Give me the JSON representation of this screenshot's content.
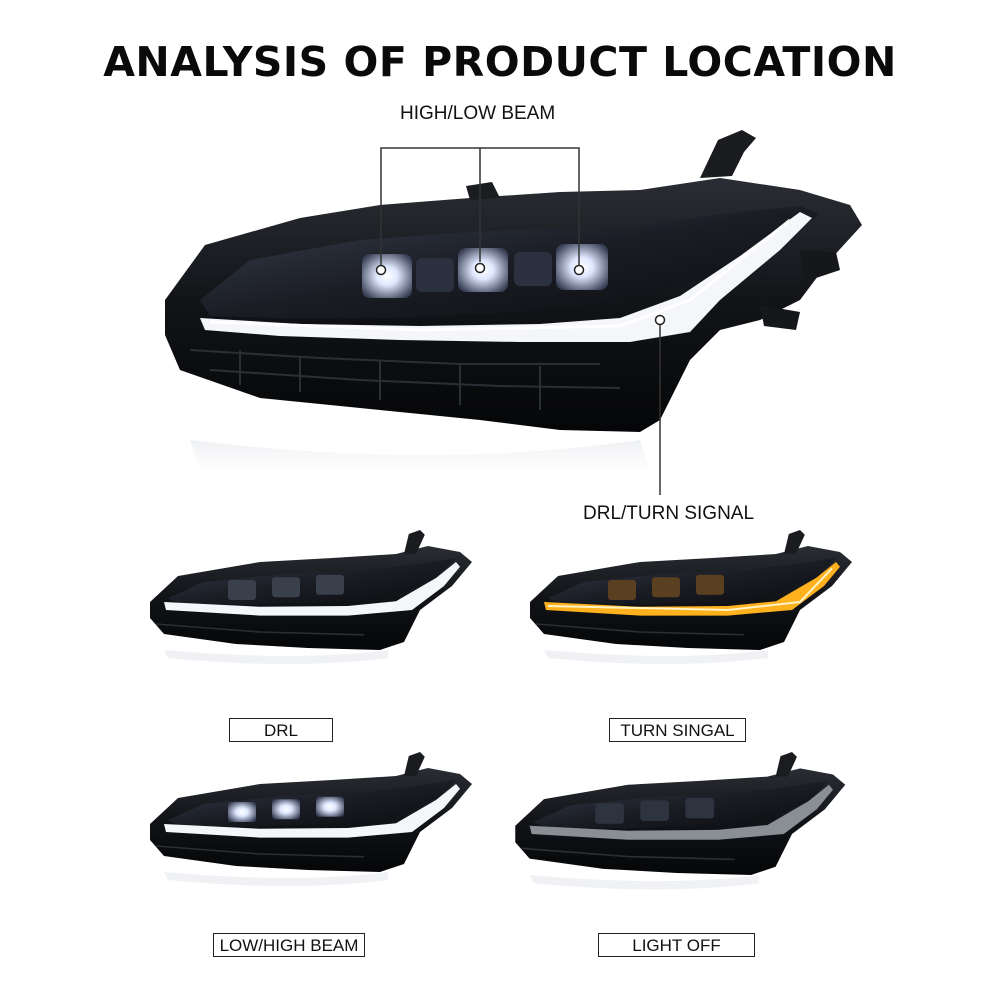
{
  "title": "ANALYSIS OF PRODUCT LOCATION",
  "callouts": {
    "beam": "HIGH/LOW BEAM",
    "drl_turn": "DRL/TURN SIGNAL"
  },
  "variants": [
    {
      "label": "DRL",
      "light": "white-strip"
    },
    {
      "label": "TURN SINGAL",
      "light": "amber-strip"
    },
    {
      "label": "LOW/HIGH BEAM",
      "light": "white-strip-and-projectors"
    },
    {
      "label": "LIGHT OFF",
      "light": "off"
    }
  ],
  "colors": {
    "housing": "#14161a",
    "drl_white": "#f4f6fa",
    "turn_amber": "#ffb21e",
    "off_grey": "#8a8e95",
    "projector_blue": "#dfe8ff"
  }
}
